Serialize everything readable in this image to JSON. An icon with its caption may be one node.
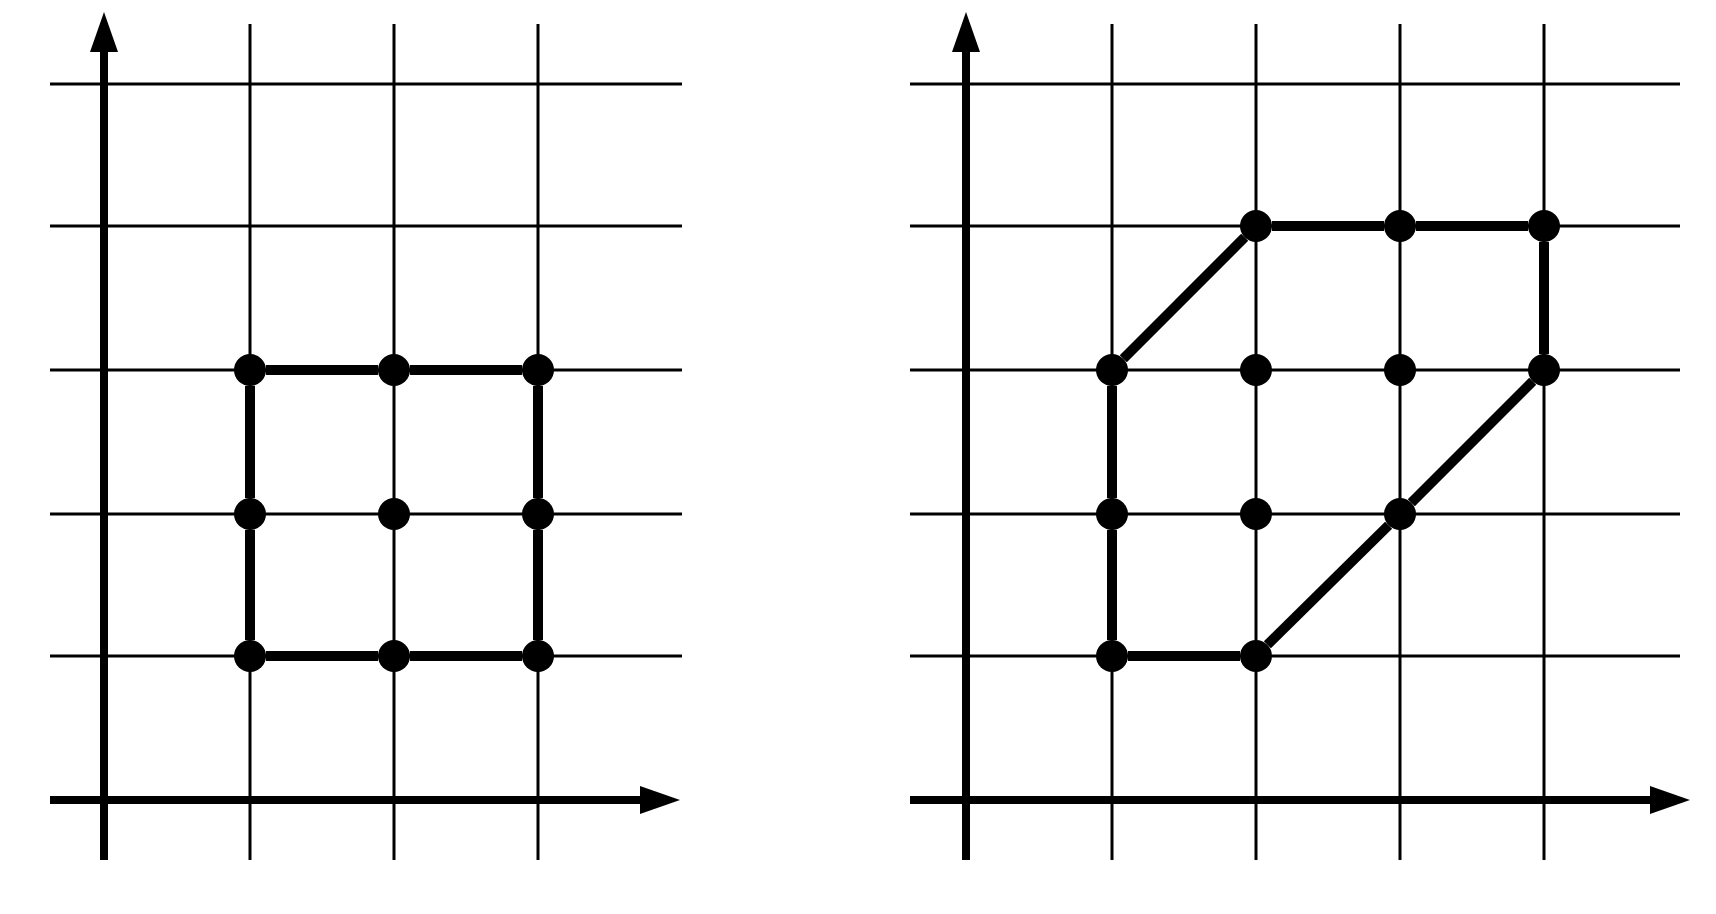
{
  "diagram": {
    "nodes": [
      {
        "text": [],
        "shape": "circle"
      },
      {
        "text": [],
        "shape": "circle"
      },
      {
        "text": [],
        "shape": "circle"
      },
      {
        "text": [],
        "shape": "circle"
      },
      {
        "text": [],
        "shape": "circle"
      },
      {
        "text": [],
        "shape": "circle"
      },
      {
        "text": [],
        "shape": "circle"
      },
      {
        "text": [],
        "shape": "circle"
      },
      {
        "text": [],
        "shape": "circle"
      },
      {
        "text": [],
        "shape": "circle"
      },
      {
        "text": [],
        "shape": "circle"
      },
      {
        "text": [],
        "shape": "circle"
      },
      {
        "text": [],
        "shape": "circle"
      },
      {
        "text": [],
        "shape": "circle"
      },
      {
        "text": [],
        "shape": "circle"
      },
      {
        "text": [],
        "shape": "circle"
      },
      {
        "text": [],
        "shape": "circle"
      },
      {
        "text": [],
        "shape": "circle"
      },
      {
        "text": [],
        "shape": "circle"
      },
      {
        "text": [],
        "shape": "circle"
      },
      {
        "text": [],
        "shape": "circle"
      }
    ],
    "edges": [
      {
        "from": 0,
        "to": 1,
        "arrow": "none"
      },
      {
        "from": 1,
        "to": 2,
        "arrow": "none"
      },
      {
        "from": 2,
        "to": 5,
        "arrow": "none"
      },
      {
        "from": 5,
        "to": 8,
        "arrow": "none"
      },
      {
        "from": 8,
        "to": 7,
        "arrow": "none"
      },
      {
        "from": 7,
        "to": 6,
        "arrow": "none"
      },
      {
        "from": 6,
        "to": 3,
        "arrow": "none"
      },
      {
        "from": 3,
        "to": 0,
        "arrow": "none"
      },
      {
        "from": 9,
        "to": 10,
        "arrow": "none"
      },
      {
        "from": 10,
        "to": 11,
        "arrow": "none"
      },
      {
        "from": 11,
        "to": 15,
        "arrow": "none"
      },
      {
        "from": 15,
        "to": 18,
        "arrow": "none"
      },
      {
        "from": 18,
        "to": 20,
        "arrow": "none"
      },
      {
        "from": 20,
        "to": 19,
        "arrow": "none"
      },
      {
        "from": 19,
        "to": 16,
        "arrow": "none"
      },
      {
        "from": 16,
        "to": 12,
        "arrow": "none"
      },
      {
        "from": 12,
        "to": 9,
        "arrow": "none"
      }
    ]
  }
}
